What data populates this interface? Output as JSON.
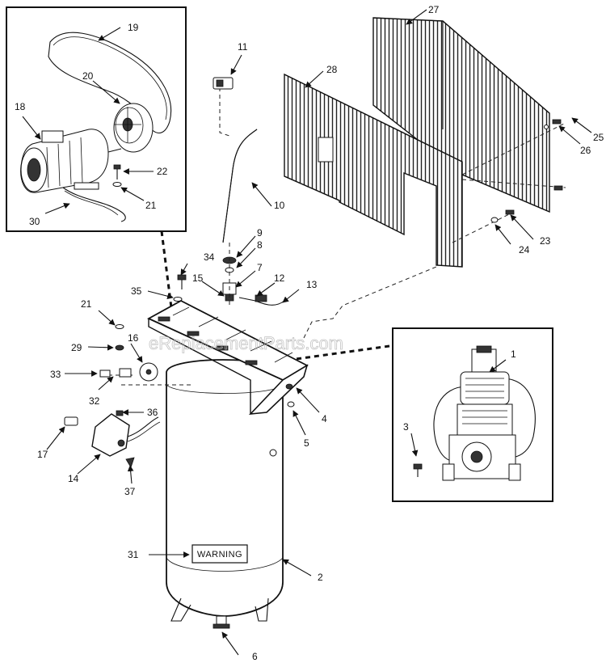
{
  "watermark": "eReplacementParts.com",
  "warning_label": "WARNING",
  "callouts": {
    "c1": "1",
    "c2": "2",
    "c3": "3",
    "c4": "4",
    "c5": "5",
    "c6": "6",
    "c7": "7",
    "c8": "8",
    "c9": "9",
    "c10": "10",
    "c11": "11",
    "c12": "12",
    "c13": "13",
    "c14": "14",
    "c15": "15",
    "c16": "16",
    "c17": "17",
    "c18": "18",
    "c19": "19",
    "c20": "20",
    "c21a": "21",
    "c21b": "21",
    "c22": "22",
    "c23": "23",
    "c24": "24",
    "c25": "25",
    "c26": "26",
    "c27": "27",
    "c28": "28",
    "c29": "29",
    "c30": "30",
    "c31": "31",
    "c32": "32",
    "c33": "33",
    "c34": "34",
    "c35": "35",
    "c36": "36",
    "c37": "37"
  }
}
